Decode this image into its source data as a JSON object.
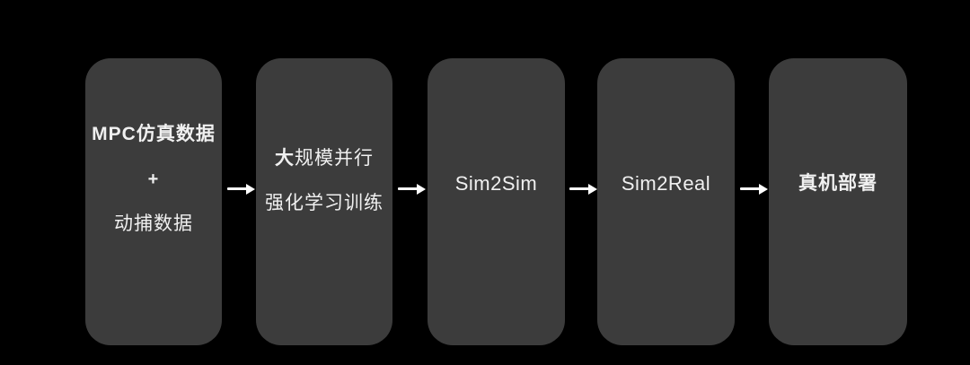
{
  "diagram": {
    "colors": {
      "background": "#000000",
      "box_fill": "#3c3c3c",
      "text": "#f0f0f0",
      "arrow": "#ffffff"
    },
    "stages": [
      {
        "line1": "MPC仿真数据",
        "line2": "+",
        "line3": "动捕数据"
      },
      {
        "line1_bold": "大",
        "line1_rest": "规模并行",
        "line2": "强化学习训练"
      },
      {
        "label": "Sim2Sim"
      },
      {
        "label": "Sim2Real"
      },
      {
        "label": "真机部署"
      }
    ]
  }
}
